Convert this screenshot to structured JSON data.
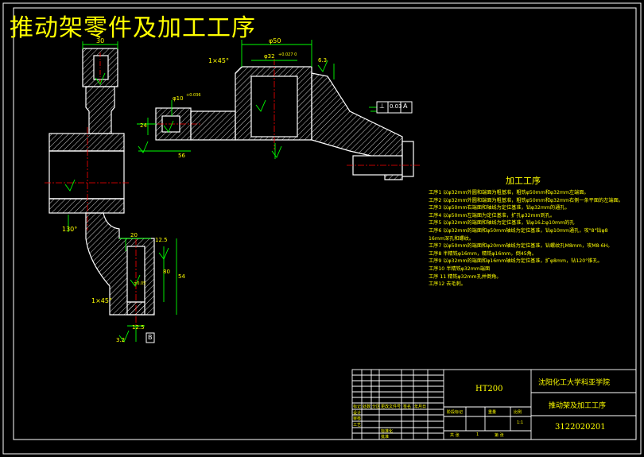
{
  "drawing": {
    "title": "推动架零件及加工工序",
    "colors": {
      "background": "#000000",
      "outline": "#ffffff",
      "dimension": "#00ff00",
      "centerline": "#ff0000",
      "text": "#ffff00",
      "hatch": "#ffffff"
    }
  },
  "dimensions": {
    "top_width": "30",
    "front_width": "φ50",
    "front_bore": "φ32",
    "bore_tol": "+0.027\n0",
    "side_bore": "φ10",
    "side_tol": "+0.036",
    "left_len": "56",
    "side_depth": "24",
    "chamfer_top": "1×45°",
    "chamfer_bottom": "1×45°",
    "angle": "130°",
    "lower_width": "20",
    "lower_tol": "±0.05",
    "lower_height": "80",
    "lower_total": "54",
    "roughness_a": "6.3",
    "roughness_b": "12.5",
    "roughness_c": "12.5",
    "roughness_d": "3.2",
    "datum": "B",
    "gtol": [
      "⊥",
      "0.03",
      "A"
    ]
  },
  "process": {
    "heading": "加工工序",
    "steps": [
      "工序1 以φ32mm外圆和端面为粗基准，粗铣φ50mm和φ32mm左端面。",
      "工序2 以φ32mm外圆和端面为粗基准，粗铣φ50mm和φ32mm右侧一条平面的左端面。",
      "工序3 以φ50mm右端面和轴线为定位基准，钻φ32mm的通孔。",
      "工序4 以φ50mm左端面为定位基准，扩孔φ32mm到孔。",
      "工序5 以φ32mm的端面和轴线为定位基准，钻φ16上φ10mm的孔",
      "工序6 以φ32mm的端面和φ50mm轴线为定位基准，钻φ10mm通孔，攻\"8\"钻φ8 16mm深孔和螺纹。",
      "工序7 以φ50mm的端面和φ20mm轴线为定位基准，钻螺纹孔M8mm，攻M8-6H。",
      "工序8 半精铣φ16mm，精铣φ16mm，倒45角。",
      "工序9 以φ32mm的端面和φ16mm轴线为定位基准，扩φ8mm，钻120°锥孔。",
      "工序10 半精铣φ32mm端面",
      "工序 11 精铣φ32mm孔并倒角。",
      "工序12 去毛刺。"
    ]
  },
  "title_block": {
    "material": "HT200",
    "school": "沈阳化工大学科亚学院",
    "part_name": "推动架及加工工序",
    "drawing_no": "3122020201",
    "scale": "1:1",
    "sheet": "1",
    "row_labels": [
      "标记",
      "处数",
      "分区",
      "更改文件号",
      "签名",
      "年月日"
    ],
    "labels_left": [
      "设计",
      "审核",
      "工艺",
      "标准化",
      "批准"
    ],
    "labels_mid": [
      "阶段标记",
      "重量",
      "比例"
    ],
    "labels_bottom": [
      "共 张",
      "第 张"
    ]
  }
}
